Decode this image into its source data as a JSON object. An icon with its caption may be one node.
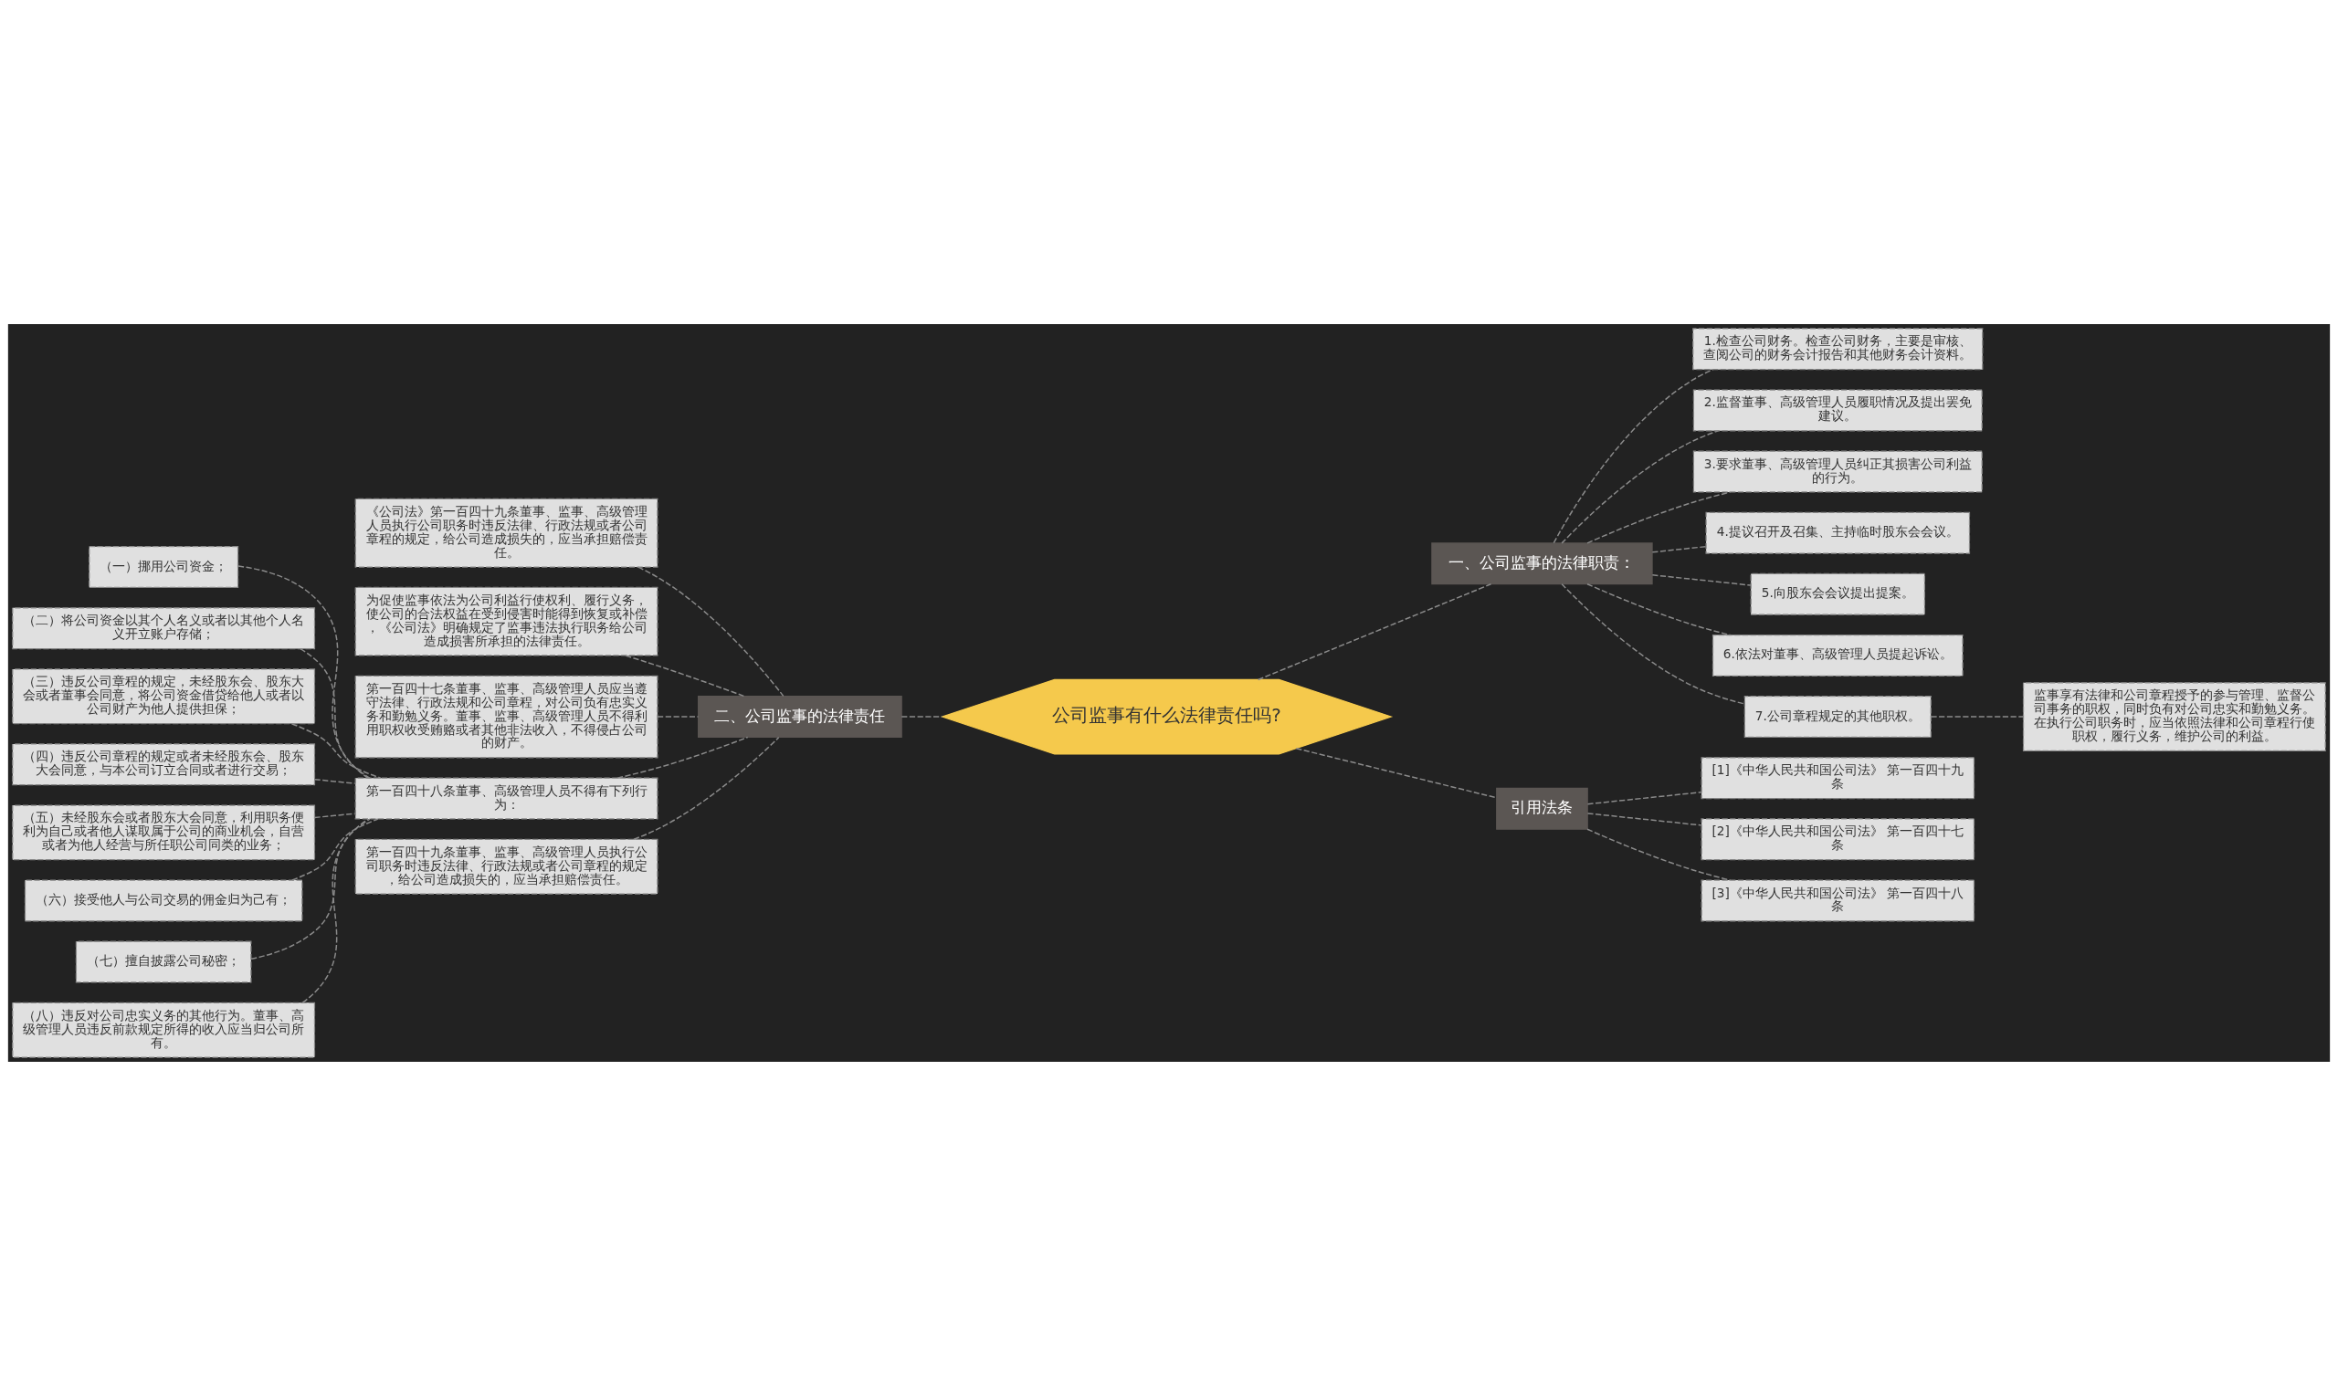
{
  "diagram": {
    "nodes": [
      {
        "text": [
          "公司监事有什么法律责任吗?"
        ]
      },
      {
        "text": [
          "一、公司监事的法律职责："
        ]
      },
      {
        "text": [
          "1.检查公司财务。检查公司财务，主要是审核、查阅公司的财务会计报告和其他财务会计资料。"
        ]
      },
      {
        "text": [
          "2.监督董事、高级管理人员履职情况及提出罢免建议。"
        ]
      },
      {
        "text": [
          "3.要求董事、高级管理人员纠正其损害公司利益的行为。"
        ]
      },
      {
        "text": [
          "4.提议召开及召集、主持临时股东会会议。"
        ]
      },
      {
        "text": [
          "5.向股东会会议提出提案。"
        ]
      },
      {
        "text": [
          "6.依法对董事、高级管理人员提起诉讼。"
        ]
      },
      {
        "text": [
          "7.公司章程规定的其他职权。"
        ]
      },
      {
        "text": [
          "监事享有法律和公司章程授予的参与管理、监督公司事务的职权，同时负有对公司忠实和勤勉义务。在执行公司职务时，应当依照法律和公司章程行使职权，履行义务，维护公司的利益。"
        ]
      },
      {
        "text": [
          "引用法条"
        ]
      },
      {
        "text": [
          "[1]《中华人民共和国公司法》 第一百四十九条"
        ]
      },
      {
        "text": [
          "[2]《中华人民共和国公司法》 第一百四十七条"
        ]
      },
      {
        "text": [
          "[3]《中华人民共和国公司法》 第一百四十八条"
        ]
      },
      {
        "text": [
          "二、公司监事的法律责任"
        ]
      },
      {
        "text": [
          "《公司法》第一百四十九条董事、监事、高级管理人员执行公司职务时违反法律、行政法规或者公司章程的规定，给公司造成损失的，应当承担赔偿责任。"
        ]
      },
      {
        "text": [
          "为促使监事依法为公司利益行使权利、履行义务，使公司的合法权益在受到侵害时能得到恢复或补偿，《公司法》明确规定了监事违法执行职务给公司造成损害所承担的法律责任。"
        ]
      },
      {
        "text": [
          "第一百四十七条董事、监事、高级管理人员应当遵守法律、行政法规和公司章程，对公司负有忠实义务和勤勉义务。董事、监事、高级管理人员不得利用职权收受贿赂或者其他非法收入，不得侵占公司的财产。"
        ]
      },
      {
        "text": [
          "第一百四十八条董事、高级管理人员不得有下列行为："
        ]
      },
      {
        "text": [
          "（一）挪用公司资金；"
        ]
      },
      {
        "text": [
          "（二）将公司资金以其个人名义或者以其他个人名义开立账户存储；"
        ]
      },
      {
        "text": [
          "（三）违反公司章程的规定，未经股东会、股东大会或者董事会同意，将公司资金借贷给他人或者以公司财产为他人提供担保；"
        ]
      },
      {
        "text": [
          "（四）违反公司章程的规定或者未经股东会、股东大会同意，与本公司订立合同或者进行交易；"
        ]
      },
      {
        "text": [
          "（五）未经股东会或者股东大会同意，利用职务便利为自己或者他人谋取属于公司的商业机会，自营或者为他人经营与所任职公司同类的业务；"
        ]
      },
      {
        "text": [
          "（六）接受他人与公司交易的佣金归为己有；"
        ]
      },
      {
        "text": [
          "（七）擅自披露公司秘密；"
        ]
      },
      {
        "text": [
          "（八）违反对公司忠实义务的其他行为。董事、高级管理人员违反前款规定所得的收入应当归公司所有。"
        ]
      },
      {
        "text": [
          "第一百四十九条董事、监事、高级管理人员执行公司职务时违反法律、行政法规或者公司章程的规定，给公司造成损失的，应当承担赔偿责任。"
        ]
      }
    ],
    "edges": [
      {
        "from": 0,
        "to": 1,
        "arrow": "none"
      },
      {
        "from": 1,
        "to": 2,
        "arrow": "none"
      },
      {
        "from": 1,
        "to": 3,
        "arrow": "none"
      },
      {
        "from": 1,
        "to": 4,
        "arrow": "none"
      },
      {
        "from": 1,
        "to": 5,
        "arrow": "none"
      },
      {
        "from": 1,
        "to": 6,
        "arrow": "none"
      },
      {
        "from": 1,
        "to": 7,
        "arrow": "none"
      },
      {
        "from": 1,
        "to": 8,
        "arrow": "none"
      },
      {
        "from": 8,
        "to": 9,
        "arrow": "none"
      },
      {
        "from": 0,
        "to": 10,
        "arrow": "none"
      },
      {
        "from": 10,
        "to": 11,
        "arrow": "none"
      },
      {
        "from": 10,
        "to": 12,
        "arrow": "none"
      },
      {
        "from": 10,
        "to": 13,
        "arrow": "none"
      },
      {
        "from": 0,
        "to": 14,
        "arrow": "none"
      },
      {
        "from": 14,
        "to": 15,
        "arrow": "none"
      },
      {
        "from": 14,
        "to": 16,
        "arrow": "none"
      },
      {
        "from": 14,
        "to": 17,
        "arrow": "none"
      },
      {
        "from": 14,
        "to": 18,
        "arrow": "none"
      },
      {
        "from": 18,
        "to": 19,
        "arrow": "none"
      },
      {
        "from": 18,
        "to": 20,
        "arrow": "none"
      },
      {
        "from": 18,
        "to": 21,
        "arrow": "none"
      },
      {
        "from": 18,
        "to": 22,
        "arrow": "none"
      },
      {
        "from": 18,
        "to": 23,
        "arrow": "none"
      },
      {
        "from": 18,
        "to": 24,
        "arrow": "none"
      },
      {
        "from": 18,
        "to": 25,
        "arrow": "none"
      },
      {
        "from": 18,
        "to": 26,
        "arrow": "none"
      },
      {
        "from": 14,
        "to": 27,
        "arrow": "none"
      }
    ]
  }
}
